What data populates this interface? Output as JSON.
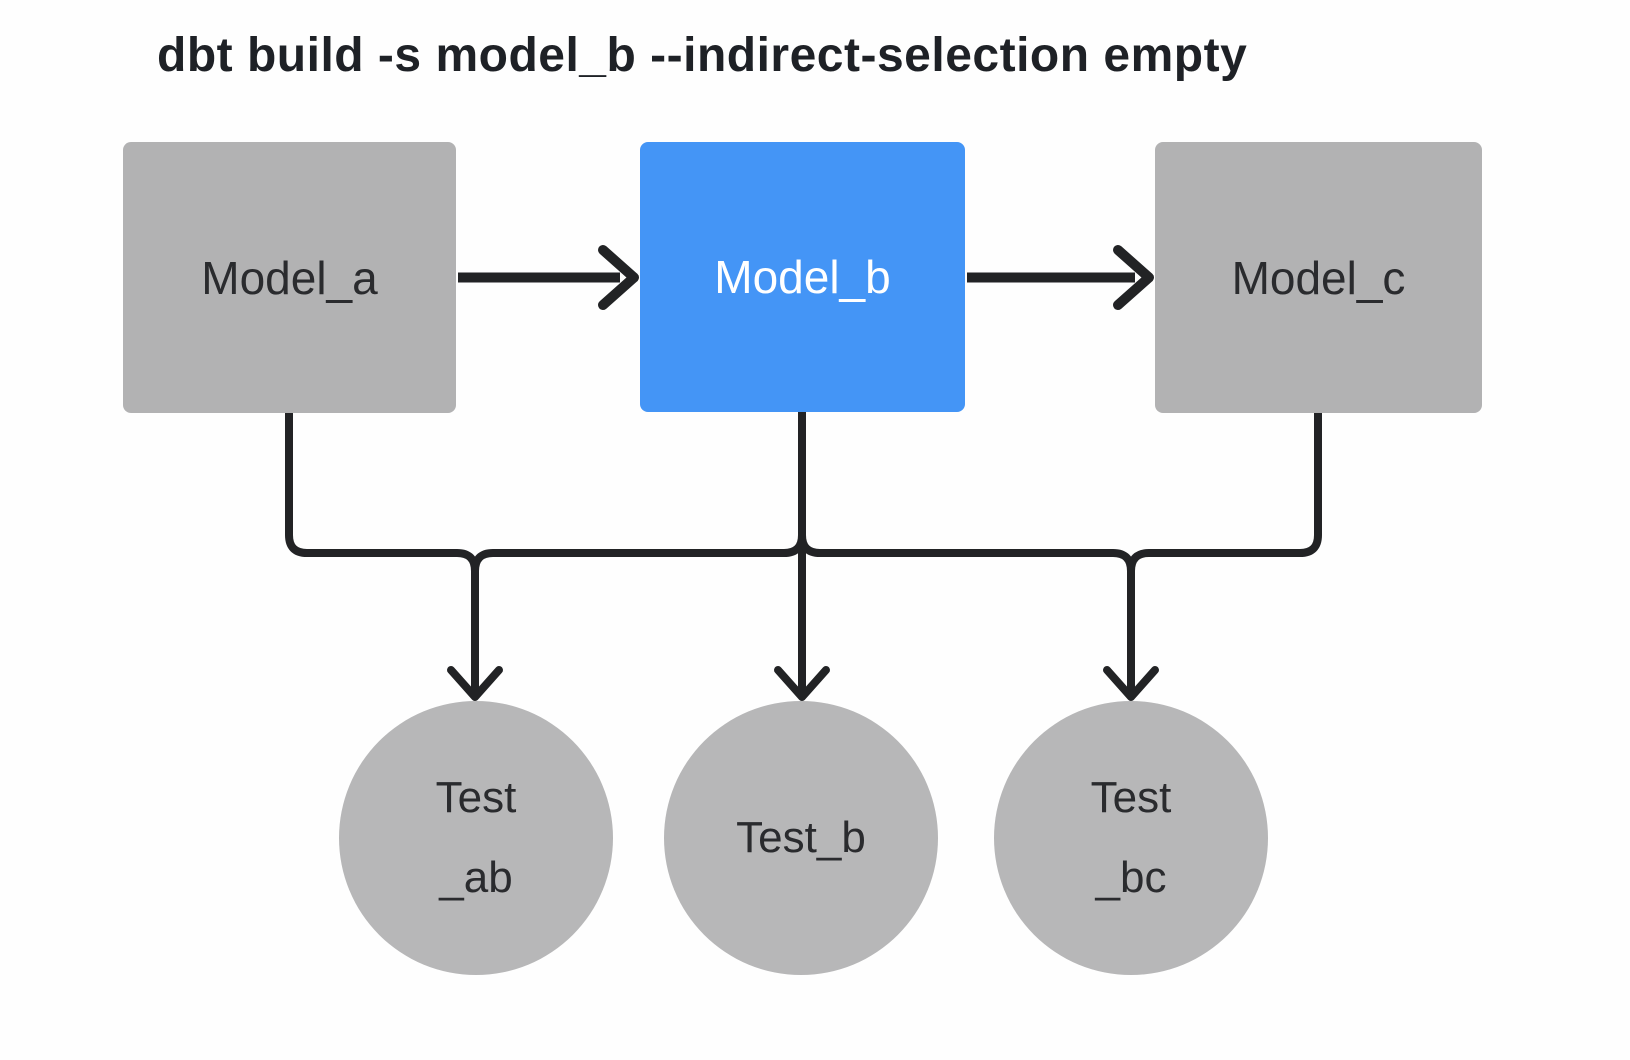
{
  "title": "dbt build -s model_b --indirect-selection empty",
  "colors": {
    "background": "#fefefe",
    "node_gray": "#b2b2b3",
    "test_gray": "#b7b7b8",
    "selected_blue": "#4495f6",
    "edge_black": "#222325",
    "label_dark": "#2a2b2e",
    "selected_label": "#ffffff",
    "title_color": "#1e2126"
  },
  "diagram": {
    "models": [
      {
        "id": "model_a",
        "label": "Model_a",
        "state": "unselected"
      },
      {
        "id": "model_b",
        "label": "Model_b",
        "state": "selected"
      },
      {
        "id": "model_c",
        "label": "Model_c",
        "state": "unselected"
      }
    ],
    "tests": [
      {
        "id": "test_ab",
        "label_line1": "Test",
        "label_line2": "_ab"
      },
      {
        "id": "test_b",
        "label_line1": "Test_b",
        "label_line2": ""
      },
      {
        "id": "test_bc",
        "label_line1": "Test",
        "label_line2": "_bc"
      }
    ],
    "edges": [
      {
        "from": "model_a",
        "to": "model_b"
      },
      {
        "from": "model_b",
        "to": "model_c"
      },
      {
        "from": "model_a",
        "to": "test_ab"
      },
      {
        "from": "model_b",
        "to": "test_ab"
      },
      {
        "from": "model_b",
        "to": "test_b"
      },
      {
        "from": "model_b",
        "to": "test_bc"
      },
      {
        "from": "model_c",
        "to": "test_bc"
      }
    ]
  }
}
